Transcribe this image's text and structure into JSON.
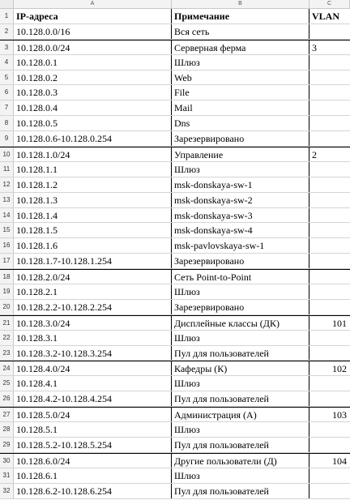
{
  "columns": [
    "A",
    "B",
    "C"
  ],
  "header": {
    "ip": "IP-адреса",
    "note": "Примечание",
    "vlan": "VLAN"
  },
  "rows": [
    {
      "n": "2",
      "ip": "10.128.0.0/16",
      "note": "Вся сеть",
      "vlan": "",
      "sep": false,
      "num": false
    },
    {
      "n": "3",
      "ip": "10.128.0.0/24",
      "note": " Серверная ферма",
      "vlan": "3",
      "sep": true,
      "num": false
    },
    {
      "n": "4",
      "ip": "10.128.0.1",
      "note": "Шлюз",
      "vlan": "",
      "sep": false,
      "num": false
    },
    {
      "n": "5",
      "ip": "10.128.0.2",
      "note": "Web",
      "vlan": "",
      "sep": false,
      "num": false
    },
    {
      "n": "6",
      "ip": "10.128.0.3",
      "note": " File",
      "vlan": "",
      "sep": false,
      "num": false
    },
    {
      "n": "7",
      "ip": "10.128.0.4",
      "note": "Mail",
      "vlan": "",
      "sep": false,
      "num": false
    },
    {
      "n": "8",
      "ip": "10.128.0.5",
      "note": "Dns",
      "vlan": "",
      "sep": false,
      "num": false
    },
    {
      "n": "9",
      "ip": "10.128.0.6-10.128.0.254",
      "note": " Зарезервировано",
      "vlan": "",
      "sep": false,
      "num": false
    },
    {
      "n": "10",
      "ip": "10.128.1.0/24",
      "note": "Управление",
      "vlan": "2",
      "sep": true,
      "num": false
    },
    {
      "n": "11",
      "ip": "10.128.1.1",
      "note": "Шлюз",
      "vlan": "",
      "sep": false,
      "num": false
    },
    {
      "n": "12",
      "ip": "10.128.1.2",
      "note": "msk-donskaya-sw-1",
      "vlan": "",
      "sep": false,
      "num": false
    },
    {
      "n": "13",
      "ip": "10.128.1.3",
      "note": "msk-donskaya-sw-2",
      "vlan": "",
      "sep": false,
      "num": false
    },
    {
      "n": "14",
      "ip": "10.128.1.4",
      "note": "msk-donskaya-sw-3",
      "vlan": "",
      "sep": false,
      "num": false
    },
    {
      "n": "15",
      "ip": "10.128.1.5",
      "note": "msk-donskaya-sw-4",
      "vlan": "",
      "sep": false,
      "num": false
    },
    {
      "n": "16",
      "ip": "10.128.1.6",
      "note": "msk-pavlovskaya-sw-1",
      "vlan": "",
      "sep": false,
      "num": false
    },
    {
      "n": "17",
      "ip": "10.128.1.7-10.128.1.254",
      "note": "Зарезервировано",
      "vlan": "",
      "sep": false,
      "num": false
    },
    {
      "n": "18",
      "ip": "10.128.2.0/24",
      "note": "Сеть Point-to-Point",
      "vlan": "",
      "sep": true,
      "num": false
    },
    {
      "n": "19",
      "ip": "10.128.2.1",
      "note": "Шлюз",
      "vlan": "",
      "sep": false,
      "num": false
    },
    {
      "n": "20",
      "ip": "10.128.2.2-10.128.2.254",
      "note": "Зарезервировано",
      "vlan": "",
      "sep": false,
      "num": false
    },
    {
      "n": "21",
      "ip": "10.128.3.0/24",
      "note": "Дисплейные классы (ДК)",
      "vlan": "101",
      "sep": true,
      "num": true
    },
    {
      "n": "22",
      "ip": "10.128.3.1",
      "note": "Шлюз",
      "vlan": "",
      "sep": false,
      "num": false
    },
    {
      "n": "23",
      "ip": "10.128.3.2-10.128.3.254",
      "note": "Пул для пользователей",
      "vlan": "",
      "sep": false,
      "num": false
    },
    {
      "n": "24",
      "ip": "10.128.4.0/24",
      "note": "Кафедры (К)",
      "vlan": "102",
      "sep": true,
      "num": true
    },
    {
      "n": "25",
      "ip": "10.128.4.1",
      "note": "Шлюз",
      "vlan": "",
      "sep": false,
      "num": false
    },
    {
      "n": "26",
      "ip": "10.128.4.2-10.128.4.254",
      "note": "Пул для пользователей",
      "vlan": "",
      "sep": false,
      "num": false
    },
    {
      "n": "27",
      "ip": "10.128.5.0/24",
      "note": "Администрация (А)",
      "vlan": "103",
      "sep": true,
      "num": true
    },
    {
      "n": "28",
      "ip": "10.128.5.1",
      "note": "Шлюз",
      "vlan": "",
      "sep": false,
      "num": false
    },
    {
      "n": "29",
      "ip": "10.128.5.2-10.128.5.254",
      "note": "Пул для пользователей",
      "vlan": "",
      "sep": false,
      "num": false
    },
    {
      "n": "30",
      "ip": "10.128.6.0/24",
      "note": "Другие пользователи (Д)",
      "vlan": "104",
      "sep": true,
      "num": true
    },
    {
      "n": "31",
      "ip": "10.128.6.1",
      "note": "Шлюз",
      "vlan": "",
      "sep": false,
      "num": false
    },
    {
      "n": "32",
      "ip": "10.128.6.2-10.128.6.254",
      "note": "Пул для пользователей",
      "vlan": "",
      "sep": false,
      "num": false
    }
  ]
}
